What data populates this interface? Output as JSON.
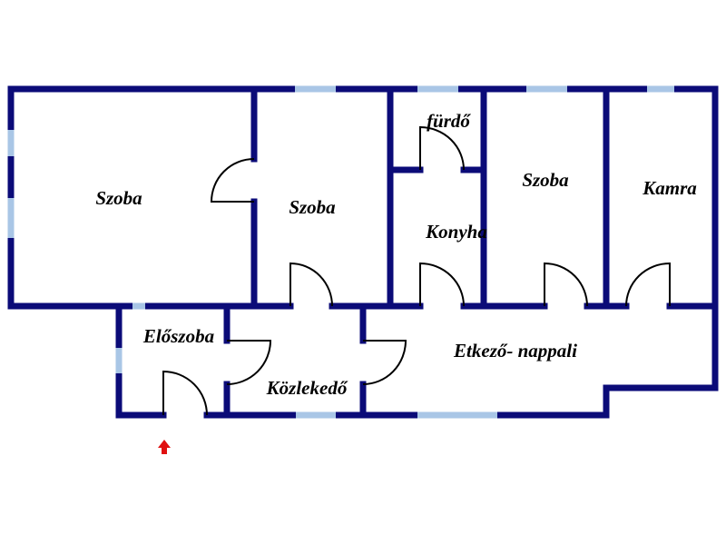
{
  "rooms": {
    "szoba_1": "Szoba",
    "szoba_2": "Szoba",
    "furdo": "fürdő",
    "konyha": "Konyha",
    "szoba_3": "Szoba",
    "kamra": "Kamra",
    "eloszoba": "Előszoba",
    "kozlekedo": "Közlekedő",
    "etkezo_nappali": "Etkező- nappali"
  },
  "colors": {
    "wall": "#0b0b78",
    "window": "#a9c6e6",
    "entrance_arrow": "#e01010"
  },
  "icons": {
    "entrance": "entrance-arrow-icon"
  }
}
